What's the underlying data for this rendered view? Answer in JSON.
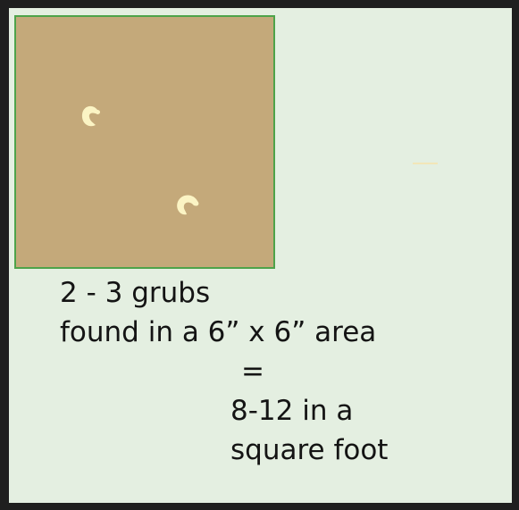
{
  "illustration": {
    "soil_color": "#c4a97a",
    "soil_border_color": "#4ea34a",
    "background_color": "#e4efe1",
    "frame_color": "#1f1f1f",
    "grub_color": "#fbf4c4",
    "grub_count_shown": 2,
    "grub_icon": "grub-icon"
  },
  "caption": {
    "line1": "2 - 3 grubs",
    "line2": "found in a 6” x 6” area",
    "equals": "=",
    "line3": "8-12 in a",
    "line4": "square foot"
  }
}
